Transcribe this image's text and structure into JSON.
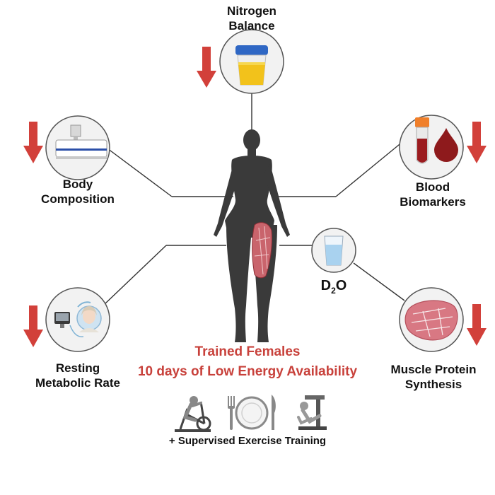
{
  "labels": {
    "nitrogen": [
      "Nitrogen",
      "Balance"
    ],
    "body_comp": [
      "Body",
      "Composition"
    ],
    "blood": [
      "Blood",
      "Biomarkers"
    ],
    "resting": [
      "Resting",
      "Metabolic Rate"
    ],
    "muscle": [
      "Muscle Protein",
      "Synthesis"
    ],
    "d2o": {
      "main": "D",
      "sub": "2",
      "end": "O"
    }
  },
  "condition": {
    "line1": "Trained Females",
    "line2": "10 days of Low Energy Availability"
  },
  "footer": "+ Supervised Exercise Training",
  "colors": {
    "arrow": "#d2403a",
    "condition_text": "#c8413b",
    "silhouette": "#3a3a3a",
    "connector": "#333333",
    "circle_border": "#555555"
  },
  "icons": [
    "urine-cup-icon",
    "dexa-scanner-icon",
    "blood-tube-icon",
    "blood-drop-icon",
    "calorimetry-icon",
    "water-glass-icon",
    "muscle-tissue-icon",
    "exercise-bike-icon",
    "fork-icon",
    "plate-icon",
    "knife-icon",
    "leg-press-icon"
  ]
}
